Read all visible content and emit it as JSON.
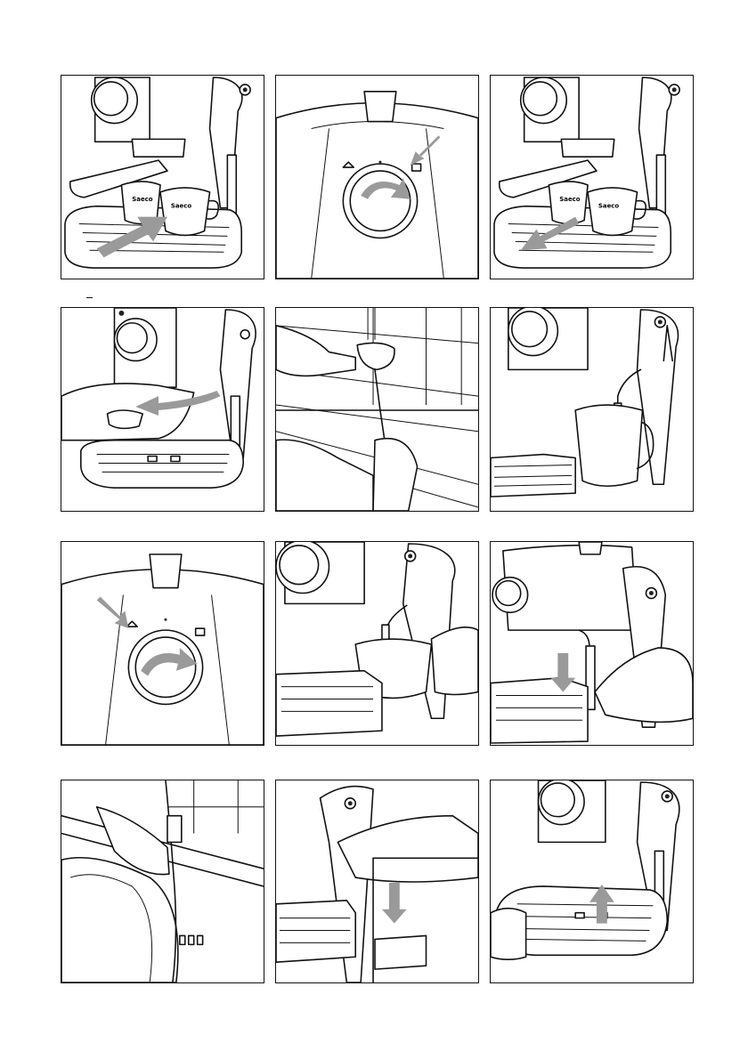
{
  "brand_label": "Saeco",
  "panels": [
    {
      "id": 1,
      "illustration": "portafilter-with-two-cups",
      "arrow": "up-right"
    },
    {
      "id": 2,
      "illustration": "knob-turn-clockwise",
      "arrow": "down-left"
    },
    {
      "id": 3,
      "illustration": "portafilter-cups-removed",
      "arrow": "down-left"
    },
    {
      "id": 4,
      "illustration": "remove-portafilter-hand",
      "arrow": "left-curved"
    },
    {
      "id": 5,
      "illustration": "rinse-filter-under-tap",
      "arrow": "none"
    },
    {
      "id": 6,
      "illustration": "steam-wand-in-jug",
      "arrow": "none"
    },
    {
      "id": 7,
      "illustration": "knob-turn-counterclockwise",
      "arrow": "down-right"
    },
    {
      "id": 8,
      "illustration": "steam-wand-in-cup",
      "arrow": "none"
    },
    {
      "id": 9,
      "illustration": "remove-steam-nozzle",
      "arrow": "down"
    },
    {
      "id": 10,
      "illustration": "rinse-nozzle-under-tap",
      "arrow": "none"
    },
    {
      "id": 11,
      "illustration": "reattach-steam-nozzle",
      "arrow": "down"
    },
    {
      "id": 12,
      "illustration": "remove-drip-tray",
      "arrow": "up"
    }
  ]
}
